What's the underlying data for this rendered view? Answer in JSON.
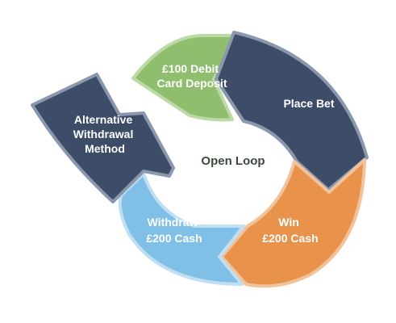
{
  "center": {
    "label": "Open Loop"
  },
  "segments": [
    {
      "id": "debit-deposit",
      "lines": [
        "£100 Debit",
        "Card Deposit"
      ],
      "color": "#8fbf6e",
      "border": "#bcd9a6"
    },
    {
      "id": "place-bet",
      "lines": [
        "Place Bet"
      ],
      "color": "#3d4d68",
      "border": "#8b97ad"
    },
    {
      "id": "win",
      "lines": [
        "Win",
        "£200 Cash"
      ],
      "color": "#e8924b",
      "border": "#f2c29a"
    },
    {
      "id": "withdraw",
      "lines": [
        "Withdraw",
        "£200 Cash"
      ],
      "color": "#80bfe6",
      "border": "#c0dff3"
    },
    {
      "id": "alt-withdrawal",
      "lines": [
        "Alternative",
        "Withdrawal",
        "Method"
      ],
      "color": "#3d4d68",
      "border": "#8b97ad"
    }
  ]
}
